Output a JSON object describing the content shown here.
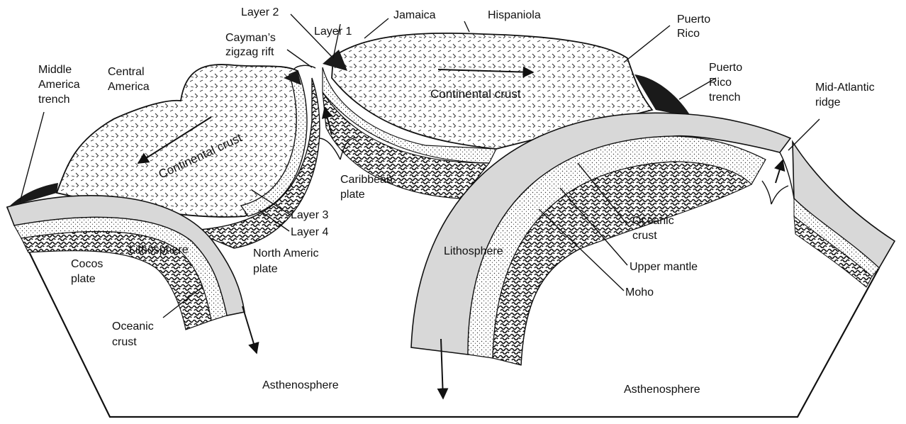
{
  "labels": {
    "layer2": "Layer 2",
    "layer1": "Layer 1",
    "jamaica": "Jamaica",
    "hispaniola": "Hispaniola",
    "puerto_rico": [
      "Puerto",
      "Rico"
    ],
    "puerto_rico_trench": [
      "Puerto",
      "Rico",
      "trench"
    ],
    "cayman_rift": [
      "Cayman’s",
      "zigzag rift"
    ],
    "middle_america_trench": [
      "Middle",
      "America",
      "trench"
    ],
    "central_america": [
      "Central",
      "America"
    ],
    "continental_crust_west": "Continental crust",
    "continental_crust_east": "Continental crust",
    "caribbean_plate": [
      "Caribbean",
      "plate"
    ],
    "mid_atlantic_ridge": [
      "Mid-Atlantic",
      "ridge"
    ],
    "layer3": "Layer 3",
    "layer4": "Layer 4",
    "north_american_plate": [
      "North Americ",
      "plate"
    ],
    "lithosphere_west": "Lithosphere",
    "lithosphere_east": "Lithosphere",
    "cocos_plate": [
      "Cocos",
      "plate"
    ],
    "oceanic_crust_west": [
      "Oceanic",
      "crust"
    ],
    "oceanic_crust_east": [
      "Oceanic",
      "crust"
    ],
    "upper_mantle": "Upper mantle",
    "moho": "Moho",
    "asthenosphere_west": "Asthenosphere",
    "asthenosphere_east": "Asthenosphere"
  },
  "colors": {
    "ink": "#111111",
    "crust_fill": "#e9e9e9",
    "lithosphere_band": "#d8d8d8",
    "dark_fill": "#1a1a1a",
    "background": "#ffffff"
  }
}
